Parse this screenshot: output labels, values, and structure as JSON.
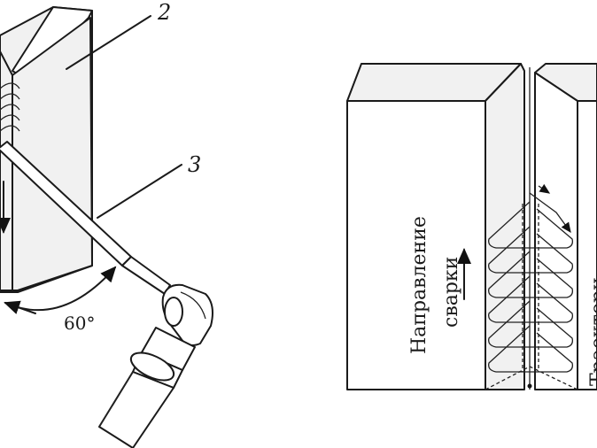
{
  "left_figure": {
    "label_plate": "2",
    "label_torch": "3",
    "angle_label": "60°"
  },
  "right_figure": {
    "direction_line1": "Направление",
    "direction_line2": "сварки",
    "trajectory_partial": "Траектори"
  }
}
